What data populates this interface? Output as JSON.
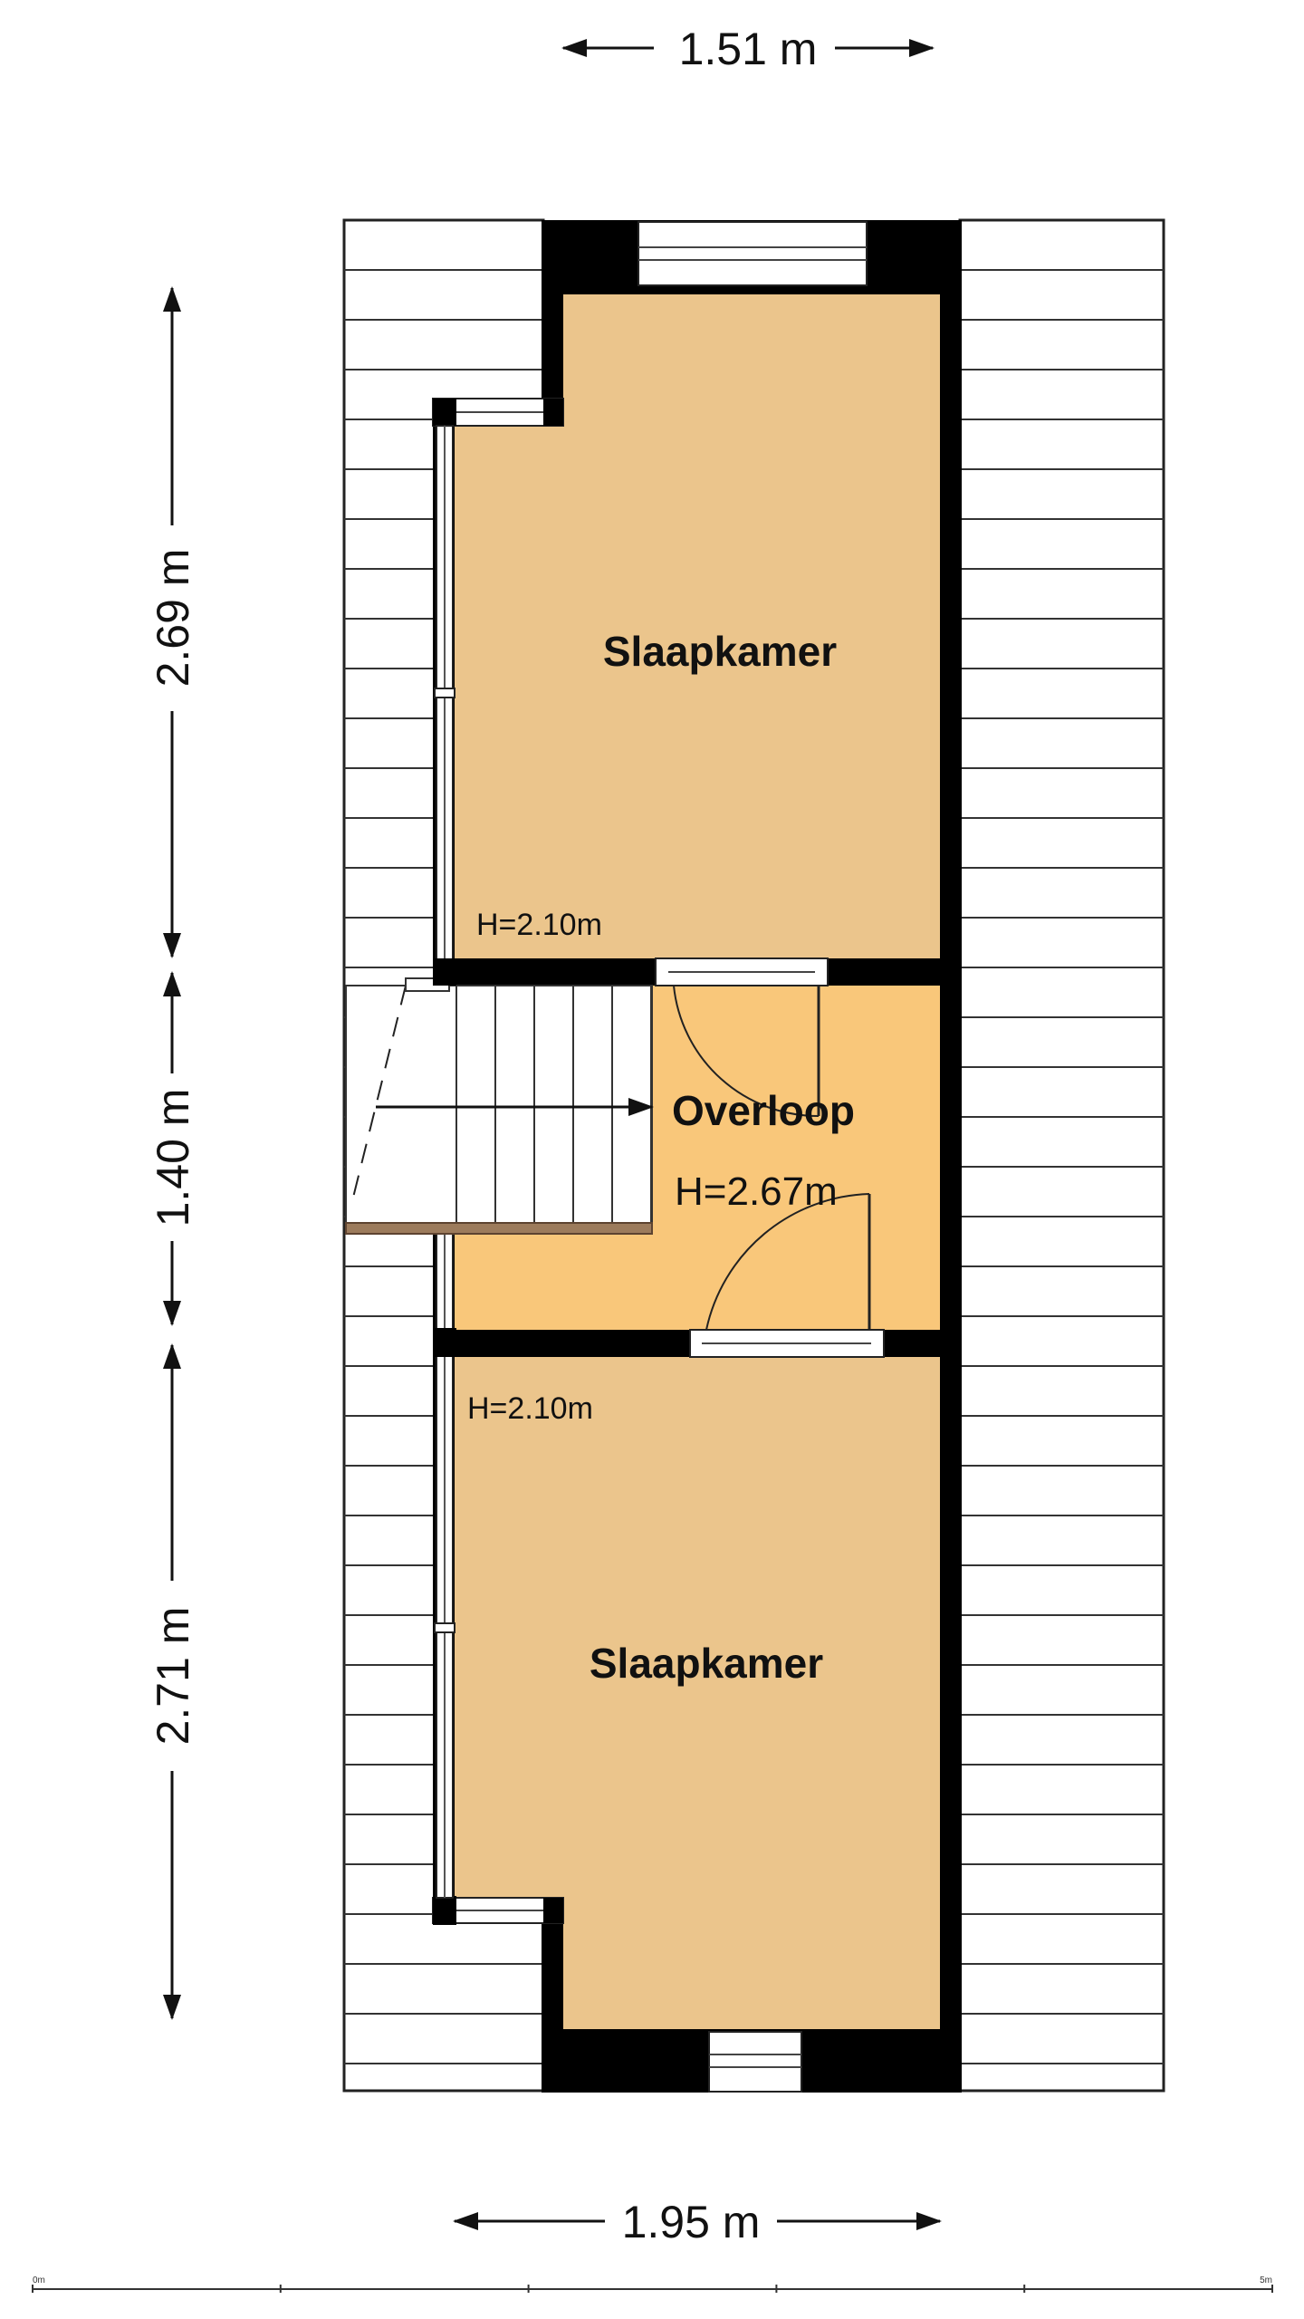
{
  "dimensions": {
    "top_width": "1.51 m",
    "bottom_width": "1.95 m",
    "upper_room_depth": "2.69 m",
    "landing_depth": "1.40 m",
    "lower_room_depth": "2.71 m"
  },
  "rooms": {
    "upper": {
      "name": "Slaapkamer",
      "height": "H=2.10m"
    },
    "landing": {
      "name": "Overloop",
      "height": "H=2.67m"
    },
    "lower": {
      "name": "Slaapkamer",
      "height": "H=2.10m"
    }
  },
  "scale_bar": {
    "start_label": "0m",
    "end_label": "5m"
  },
  "colors": {
    "bedroom_floor": "#ebc58c",
    "landing_floor": "#f9c77a",
    "wall": "#000000",
    "roof_lines": "#222222",
    "stair_edge": "#7d5f46"
  }
}
